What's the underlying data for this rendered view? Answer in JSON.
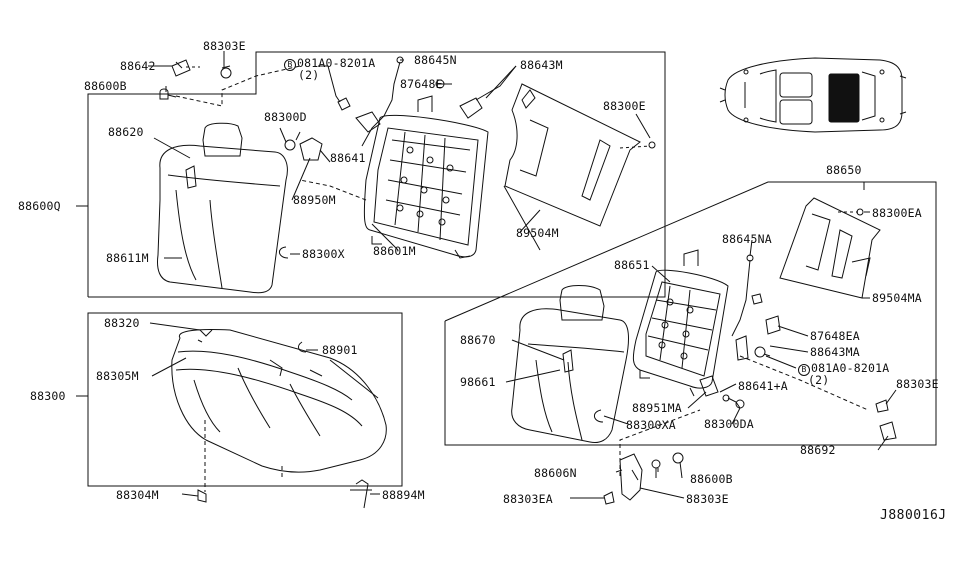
{
  "diagram": {
    "code": "J880016J",
    "labels": {
      "p88642": "88642",
      "p88303E_top": "88303E",
      "p88600B_top": "88600B",
      "p081A0_top": "081A0-8201A",
      "p081A0_top_qty": "(2)",
      "p88645N": "88645N",
      "p88643M": "88643M",
      "p87648E": "87648E",
      "p88300E": "88300E",
      "p88620": "88620",
      "p88300D": "88300D",
      "p88641": "88641",
      "p88950M": "88950M",
      "p88600Q": "88600Q",
      "p88611M": "88611M",
      "p88300X": "88300X",
      "p88601M": "88601M",
      "p89504M": "89504M",
      "p88650": "88650",
      "p88300EA": "88300EA",
      "p88645NA": "88645NA",
      "p88651": "88651",
      "p89504MA": "89504MA",
      "p88320": "88320",
      "p88901": "88901",
      "p88305M": "88305M",
      "p88300": "88300",
      "p88304M": "88304M",
      "p88894M": "88894M",
      "p88670": "88670",
      "p87648EA": "87648EA",
      "p88643MA": "88643MA",
      "p081A0_right": "081A0-8201A",
      "p081A0_right_qty": "(2)",
      "p98661": "98661",
      "p88641A": "88641+A",
      "p88303E_right": "88303E",
      "p88951MA": "88951MA",
      "p88300XA": "88300XA",
      "p88300DA": "88300DA",
      "p88692": "88692",
      "p88606N": "88606N",
      "p88600B_bottom": "88600B",
      "p88303EA": "88303EA",
      "p88303E_bottom": "88303E"
    }
  }
}
